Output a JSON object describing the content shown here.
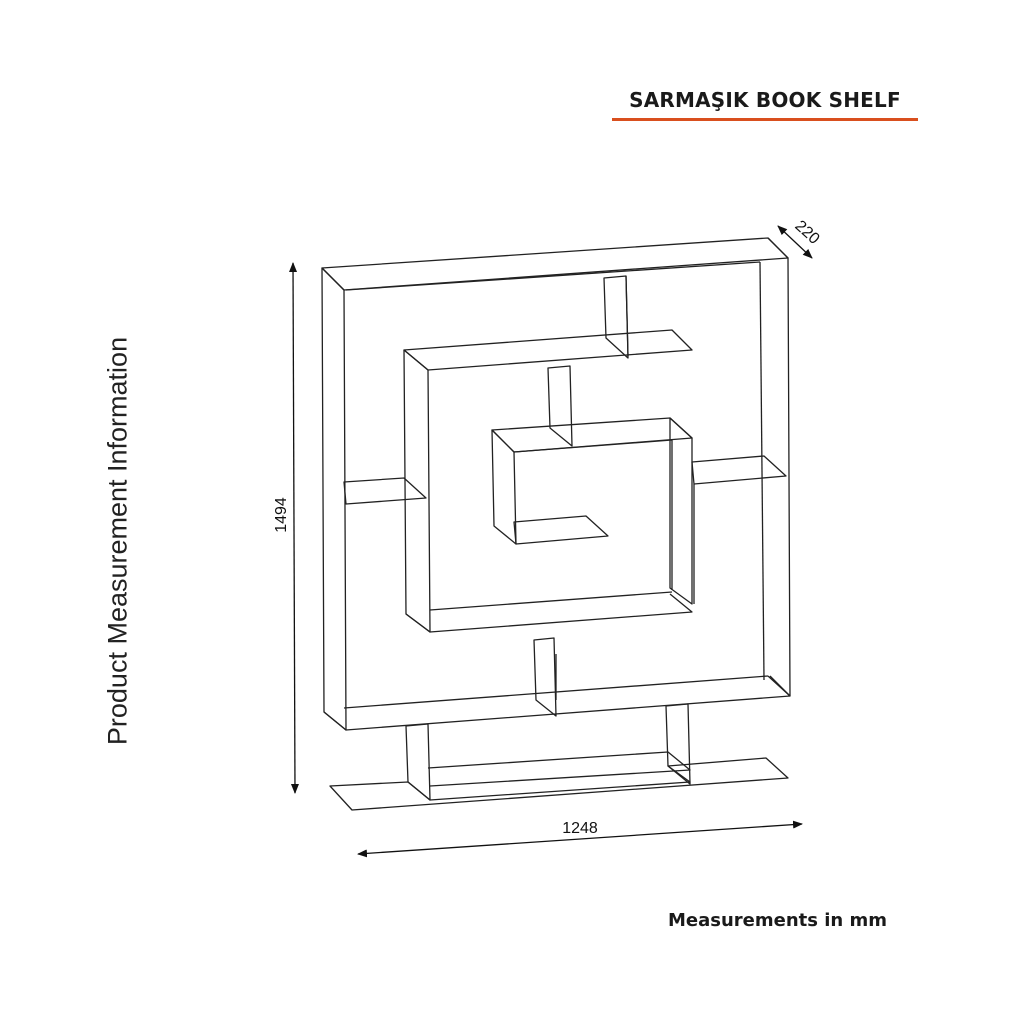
{
  "title": "SARMAŞIK BOOK SHELF",
  "side_label": "Product Measurement Information",
  "dimensions": {
    "height": "1494",
    "width": "1248",
    "depth": "220"
  },
  "units_note": "Measurements in mm",
  "colors": {
    "accent_underline": "#d94f1e",
    "line": "#222222",
    "background": "#ffffff"
  }
}
